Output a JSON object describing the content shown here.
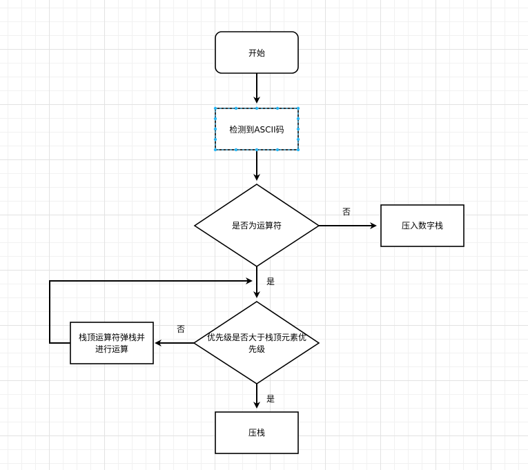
{
  "diagram": {
    "nodes": {
      "start": "开始",
      "detect": "检测到ASCII码",
      "is_operator": "是否为运算符",
      "push_number": "压入数字栈",
      "priority_line1": "优先级是否大于栈顶元素优",
      "priority_line2": "先级",
      "pop_compute_line1": "栈顶运算符弹栈并",
      "pop_compute_line2": "进行运算",
      "push_stack": "压栈"
    },
    "edges": {
      "no_1": "否",
      "yes_1": "是",
      "no_2": "否",
      "yes_2": "是"
    }
  },
  "colors": {
    "stroke": "#000000",
    "fill": "#ffffff",
    "selection": "#29b6f2",
    "grid": "#e2e2e2"
  }
}
